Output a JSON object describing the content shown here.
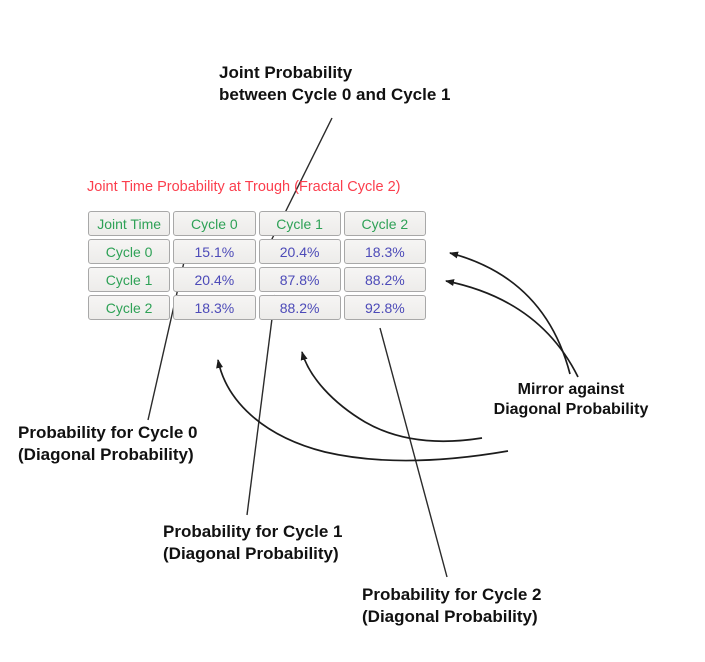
{
  "colors": {
    "title_red": "#fb3e4d",
    "label_green": "#2ea156",
    "value_purple": "#4c4ab8",
    "annotation_black": "#111111",
    "cell_border": "#a8a8a8",
    "cell_background": "#f1f0ef",
    "connector_black": "#2b2b2b"
  },
  "table": {
    "title": "Joint Time Probability at Trough (Fractal Cycle 2)",
    "headers": [
      "Joint Time",
      "Cycle 0",
      "Cycle 1",
      "Cycle 2"
    ],
    "rows": [
      {
        "label": "Cycle 0",
        "values": [
          "15.1%",
          "20.4%",
          "18.3%"
        ]
      },
      {
        "label": "Cycle 1",
        "values": [
          "20.4%",
          "87.8%",
          "88.2%"
        ]
      },
      {
        "label": "Cycle 2",
        "values": [
          "18.3%",
          "88.2%",
          "92.8%"
        ]
      }
    ]
  },
  "annotations": {
    "joint_probability": "Joint Probability\nbetween Cycle 0 and Cycle 1",
    "mirror": "Mirror against\nDiagonal Probability",
    "cycle0": "Probability for Cycle 0\n(Diagonal Probability)",
    "cycle1": "Probability for Cycle 1\n(Diagonal Probability)",
    "cycle2": "Probability for Cycle 2\n(Diagonal Probability)"
  }
}
